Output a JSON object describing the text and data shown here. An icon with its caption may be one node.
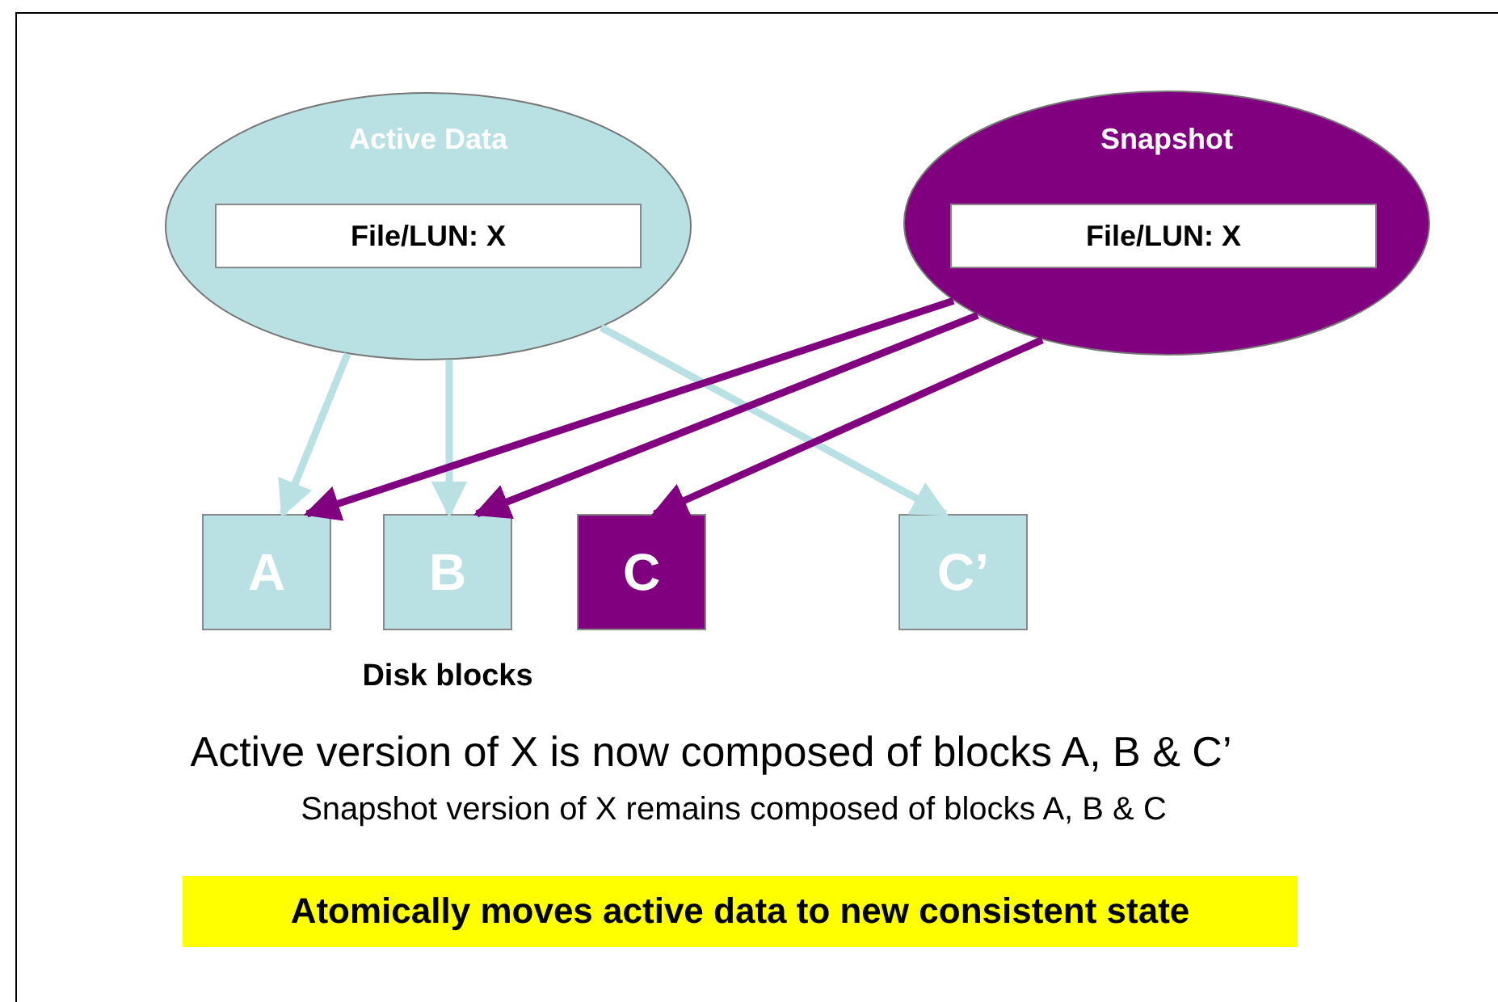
{
  "diagram": {
    "nodes": [
      {
        "text": [
          "Active Data"
        ]
      },
      {
        "text": [
          "File/LUN: X"
        ],
        "in": 0
      },
      {
        "text": [
          "Snapshot"
        ]
      },
      {
        "text": [
          "File/LUN: X"
        ],
        "in": 2
      },
      {
        "text": [
          "A"
        ]
      },
      {
        "text": [
          "B"
        ]
      },
      {
        "text": [
          "C"
        ]
      },
      {
        "text": [
          "C’"
        ]
      },
      {
        "text": [
          "Atomically moves active data to new consistent state"
        ]
      }
    ],
    "edges": [
      {
        "from": 0,
        "to": 4,
        "arrow": "to",
        "color": "#b9e0e3"
      },
      {
        "from": 0,
        "to": 5,
        "arrow": "to",
        "color": "#b9e0e3"
      },
      {
        "from": 0,
        "to": 7,
        "arrow": "to",
        "color": "#b9e0e3"
      },
      {
        "from": 2,
        "to": 4,
        "arrow": "to",
        "color": "#800080"
      },
      {
        "from": 2,
        "to": 5,
        "arrow": "to",
        "color": "#800080"
      },
      {
        "from": 2,
        "to": 6,
        "arrow": "to",
        "color": "#800080"
      }
    ],
    "labels": [
      "Disk blocks",
      "Active version of X is now composed of blocks A, B & C’",
      "Snapshot version of X remains composed of blocks A, B & C"
    ]
  }
}
